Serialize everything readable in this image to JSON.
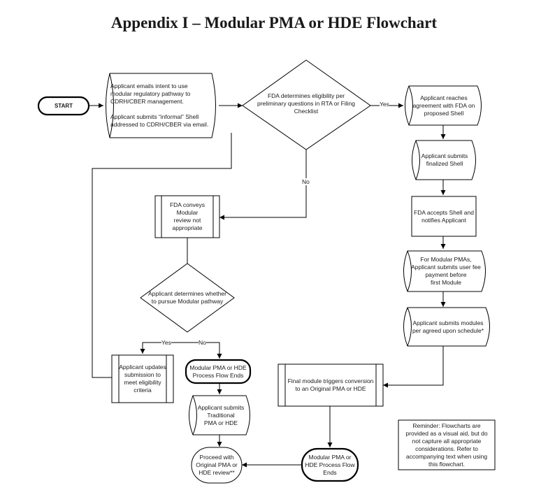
{
  "title": "Appendix I – Modular PMA or HDE Flowchart",
  "nodes": {
    "start": "START",
    "applicant_emails": "Applicant emails intent to use\nmodular regulatory pathway to\nCDRH/CBER management.\n\nApplicant submits “informal” Shell\naddressed to CDRH/CBER via email.",
    "fda_determines": "FDA determines eligibility per\npreliminary questions in RTA or Filing\nChecklist",
    "reaches_agreement": "Applicant reaches\nagreement with FDA on\nproposed Shell",
    "submits_finalized": "Applicant submits\nfinalized Shell",
    "fda_accepts": "FDA accepts Shell and\nnotifies Applicant",
    "user_fee": "For Modular PMAs,\nApplicant submits user fee\npayment before\nfirst Module",
    "submits_modules": "Applicant submits modules\nper agreed upon schedule*",
    "final_module": "Final module triggers conversion\nto an Original PMA or HDE",
    "modular_ends_right": "Modular PMA or\nHDE Process Flow\nEnds",
    "fda_conveys": "FDA conveys Modular\nreview not appropriate",
    "applicant_determines": "Applicant determines whether\nto pursue Modular pathway",
    "applicant_updates": "Applicant updates\nsubmission to\nmeet eligibility\ncriteria",
    "modular_ends_left": "Modular PMA or HDE\nProcess Flow Ends",
    "submits_traditional": "Applicant submits\nTraditional\nPMA or HDE",
    "proceed_original": "Proceed with\nOriginal PMA or\nHDE review**",
    "reminder": "Reminder: Flowcharts are\nprovided as a visual aid, but do\nnot capture all appropriate\nconsiderations. Refer to\naccompanying text when using\nthis flowchart."
  },
  "edge_labels": {
    "yes_top": "Yes",
    "no_top": "No",
    "yes_left": "Yes",
    "no_left": "No"
  }
}
